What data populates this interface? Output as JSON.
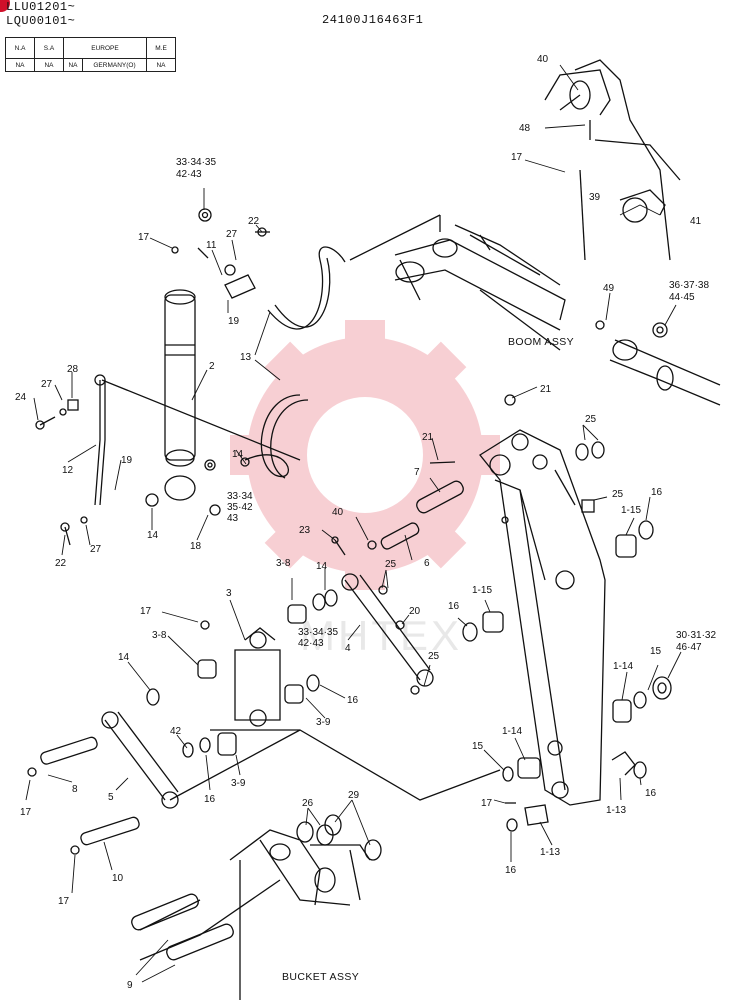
{
  "header": {
    "serial_1": "LLU01201~",
    "serial_2": "LQU00101~",
    "drawing_number": "24100J16463F1"
  },
  "region_table": {
    "headers": [
      "N.A",
      "S.A",
      "EUROPE",
      "M.E"
    ],
    "values": [
      "NA",
      "NA",
      "NA",
      "GERMANY(O)",
      "NA"
    ]
  },
  "assembly_labels": {
    "boom": "BOOM ASSY",
    "bucket": "BUCKET ASSY"
  },
  "watermark": "MHTEX",
  "callouts": {
    "c40a": "40",
    "c48": "48",
    "c17a": "17",
    "c39": "39",
    "c41": "41",
    "c333435a": "33·34·35",
    "c4243a": "42·43",
    "c17b": "17",
    "c27a": "27",
    "c22a": "22",
    "c11": "11",
    "c19a": "19",
    "c13": "13",
    "c2": "2",
    "c28": "28",
    "c27b": "27",
    "c24": "24",
    "c12": "12",
    "c19b": "19",
    "c14a": "14",
    "c22b": "22",
    "c27c": "27",
    "c18": "18",
    "c14b": "14",
    "c3334": "33·34",
    "c3542": "35·42",
    "c43": "43",
    "c49": "49",
    "c36to45": "36·37·38",
    "c4445": "44·45",
    "c21a": "21",
    "c21b": "21",
    "c25a": "25",
    "c7": "7",
    "c25b": "25",
    "c16a": "16",
    "c1_15a": "1-15",
    "c23": "23",
    "c40b": "40",
    "c6": "6",
    "c3_8a": "3-8",
    "c14c": "14",
    "c25c": "25",
    "c333435b": "33·34·35",
    "c4243b": "42·43",
    "c20": "20",
    "c4": "4",
    "c25d": "25",
    "c16b": "16",
    "c1_15b": "1-15",
    "c17c": "17",
    "c3": "3",
    "c3_8b": "3-8",
    "c14d": "14",
    "c16c": "16",
    "c3_9a": "3-9",
    "c30to47": "30·31·32",
    "c4647": "46·47",
    "c15a": "15",
    "c1_14a": "1-14",
    "c42": "42",
    "c16d": "16",
    "c3_9b": "3-9",
    "c8": "8",
    "c5": "5",
    "c17d": "17",
    "c1_14b": "1-14",
    "c15b": "15",
    "c16e": "16",
    "c1_13a": "1-13",
    "c17e": "17",
    "c1_13b": "1-13",
    "c26": "26",
    "c29": "29",
    "c16f": "16",
    "c10": "10",
    "c17f": "17",
    "c9": "9"
  }
}
